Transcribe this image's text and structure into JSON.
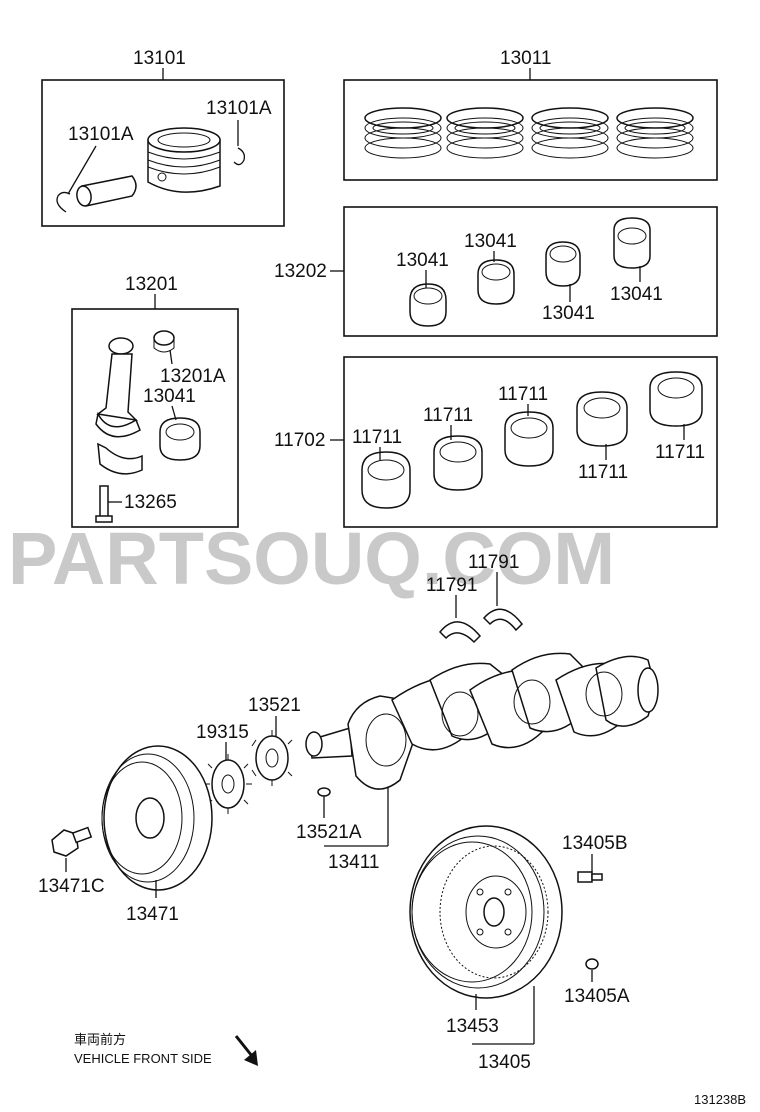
{
  "watermark": "PARTSOUQ.COM",
  "diagram_ref": "131238B",
  "direction": {
    "japanese": "車両前方",
    "english": "VEHICLE FRONT SIDE"
  },
  "labels": {
    "piston_group": "13101",
    "piston_clip_left": "13101A",
    "piston_clip_right": "13101A",
    "ring_set": "13011",
    "rod_bearing_set": "13202",
    "rod_bearing_1": "13041",
    "rod_bearing_2": "13041",
    "rod_bearing_3": "13041",
    "rod_bearing_4": "13041",
    "main_bearing_set": "11702",
    "main_bearing_1": "11711",
    "main_bearing_2": "11711",
    "main_bearing_3": "11711",
    "main_bearing_4": "11711",
    "main_bearing_5": "11711",
    "connecting_rod": "13201",
    "rod_bushing": "13201A",
    "rod_bearing_in_rod": "13041",
    "rod_bolt": "13265",
    "thrust_washer_1": "11791",
    "thrust_washer_2": "11791",
    "crank_gear": "13521",
    "crank_key": "13521A",
    "crankshaft": "13411",
    "sprocket": "19315",
    "pulley_bolt": "13471C",
    "crank_pulley": "13471",
    "flywheel_bolt": "13405B",
    "flywheel_pin": "13405A",
    "ring_gear": "13453",
    "flywheel": "13405"
  }
}
